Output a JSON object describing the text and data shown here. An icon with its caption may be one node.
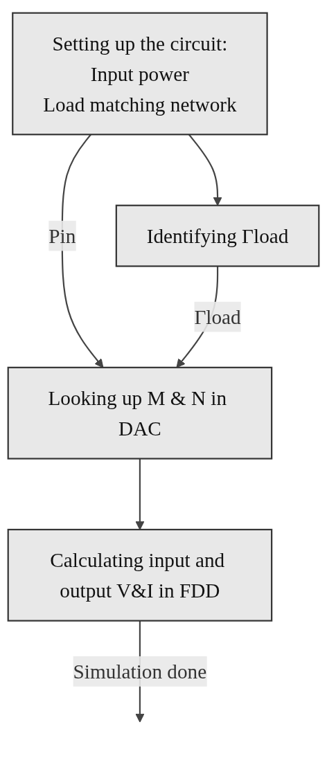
{
  "diagram": {
    "nodes": [
      {
        "text": [
          "Setting up the circuit:",
          "Input power",
          "Load matching network"
        ]
      },
      {
        "text": [
          "Identifying Γload"
        ]
      },
      {
        "text": [
          "Looking up M & N in DAC"
        ]
      },
      {
        "text": [
          "Calculating input and output V&I in FDD"
        ]
      }
    ],
    "edges": [
      {
        "from": 0,
        "to": 1,
        "arrow": "to"
      },
      {
        "from": 0,
        "to": 2,
        "arrow": "to",
        "label": "Pin"
      },
      {
        "from": 1,
        "to": 2,
        "arrow": "to",
        "label": "Γload"
      },
      {
        "from": 2,
        "to": 3,
        "arrow": "to"
      },
      {
        "from": 3,
        "to": null,
        "arrow": "to",
        "label": "Simulation done"
      }
    ]
  }
}
